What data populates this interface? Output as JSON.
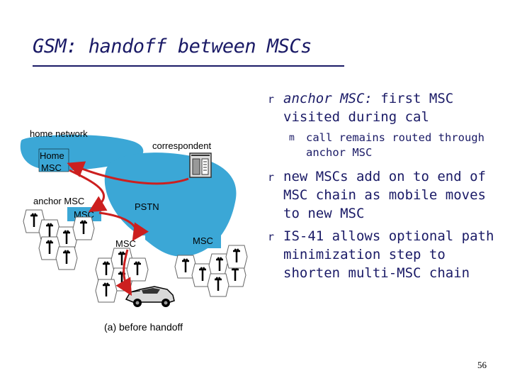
{
  "title": "GSM: handoff between MSCs",
  "diagram": {
    "home_network_label": "home network",
    "home_msc_line1": "Home",
    "home_msc_line2": "MSC",
    "correspondent_label": "correspondent",
    "anchor_msc_label": "anchor MSC",
    "msc_label": "MSC",
    "pstn_label": "PSTN",
    "msc_lower_left_label": "MSC",
    "msc_lower_right_label": "MSC",
    "caption": "(a) before handoff",
    "cloud_color": "#3ba7d6",
    "arrow_color": "#cc1f1f"
  },
  "bullets": {
    "b1_em": "anchor MSC:",
    "b1_rest": " first MSC visited during cal",
    "b1_sub": "call remains routed through anchor MSC",
    "b2": "new MSCs add on to end of MSC chain as mobile moves to new MSC",
    "b3": "IS-41 allows optional path minimization step to shorten multi-MSC chain",
    "bullet_marker": "r",
    "sub_marker": "m"
  },
  "page_number": "56"
}
